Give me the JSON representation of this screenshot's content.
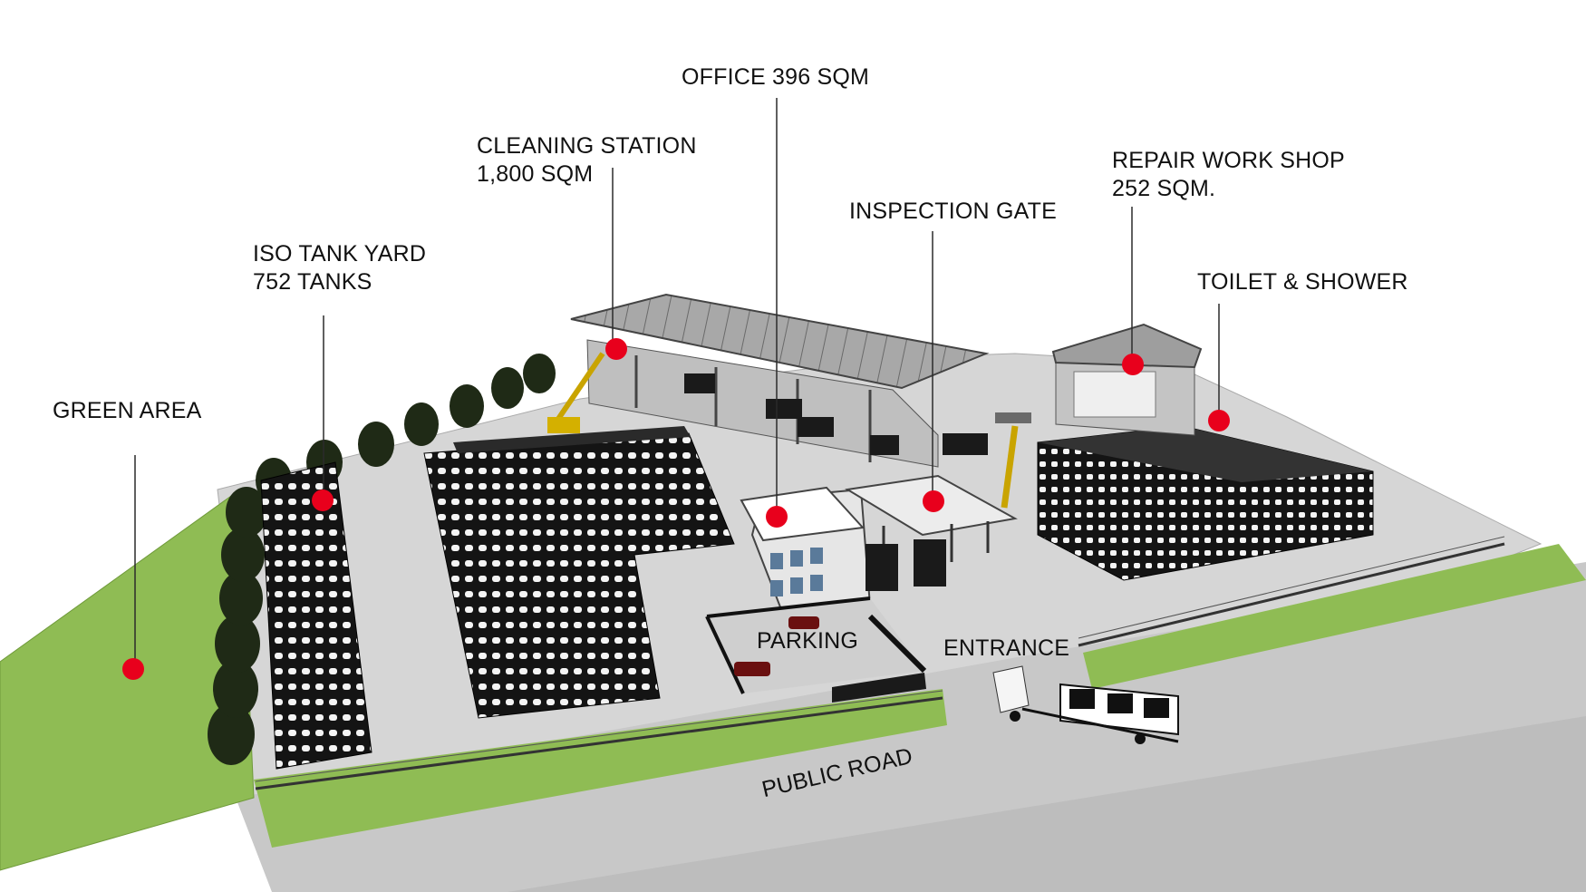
{
  "labels": {
    "green_area": "GREEN AREA",
    "iso_tank_yard": [
      "ISO TANK YARD",
      "752 TANKS"
    ],
    "cleaning_station": [
      "CLEANING STATION",
      "1,800 SQM"
    ],
    "office": "OFFICE 396 SQM",
    "inspection_gate": "INSPECTION GATE",
    "repair_workshop": [
      "REPAIR WORK SHOP",
      "252 SQM."
    ],
    "toilet_shower": "TOILET & SHOWER",
    "parking": "PARKING",
    "entrance": "ENTRANCE",
    "public_road": "PUBLIC ROAD"
  },
  "colors": {
    "marker": "#e8001c",
    "leader_line": "#2b2b2b",
    "grass": "#8fbc54",
    "ground": "#d4d4d4",
    "road": "#c9c9c9",
    "tank": "#1a1a1a",
    "tree": "#1f2a16",
    "roof": "#9a9a9a"
  },
  "icons": [
    "marker-dot",
    "tree-icon",
    "truck-icon",
    "crane-icon",
    "car-icon"
  ]
}
